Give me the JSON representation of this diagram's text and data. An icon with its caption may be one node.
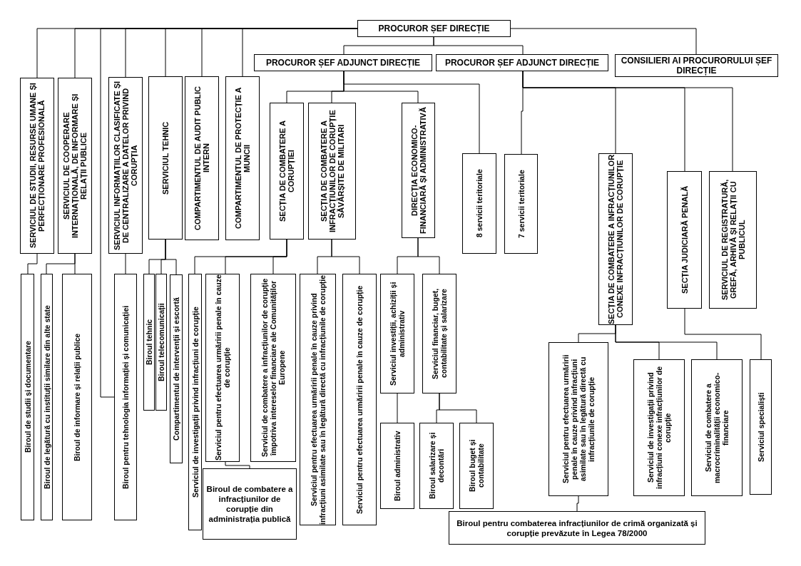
{
  "diagram": {
    "nodes": [
      {
        "text": [
          "PROCUROR ȘEF DIRECȚIE"
        ]
      },
      {
        "text": [
          "PROCUROR ȘEF ADJUNCT DIRECȚIE"
        ]
      },
      {
        "text": [
          "PROCUROR ȘEF ADJUNCT DIRECȚIE"
        ]
      },
      {
        "text": [
          "CONSILIERI AI PROCURORULUI ȘEF DIRECȚIE"
        ]
      },
      {
        "text": [
          "SERVICIUL DE STUDII, RESURSE UMANE ȘI PERFECȚIONARE PROFESIONALĂ"
        ]
      },
      {
        "text": [
          "SERVICIUL DE COOPERARE INTERNAȚIONALĂ, DE INFORMARE ȘI RELAȚII PUBLICE"
        ]
      },
      {
        "text": [
          "SERVICIUL INFORMAȚIILOR CLASIFICATE ȘI DE CENTRALIZARE A DATELOR PRIVIND CORUPȚIA"
        ]
      },
      {
        "text": [
          "SERVICIUL TEHNIC"
        ]
      },
      {
        "text": [
          "COMPARTIMENTUL DE AUDIT PUBLIC INTERN"
        ]
      },
      {
        "text": [
          "COMPARTIMENTUL DE PROTECȚIE A MUNCII"
        ]
      },
      {
        "text": [
          "SECȚIA DE COMBATERE A CORUPȚIEI"
        ]
      },
      {
        "text": [
          "SECȚIA DE COMBATERE A INFRACȚIUNILOR DE CORUPȚIE SĂVÂRȘITE DE MILITARI"
        ]
      },
      {
        "text": [
          "DIRECȚIA ECONOMICO-FINANCIARĂ ȘI ADMINISTRATIVĂ"
        ]
      },
      {
        "text": [
          "8 servicii teritoriale"
        ]
      },
      {
        "text": [
          "7 servicii teritoriale"
        ]
      },
      {
        "text": [
          "SECȚIA DE COMBATERE A INFRACȚIUNILOR CONEXE INFRACȚIUNILOR DE CORUPȚIE"
        ]
      },
      {
        "text": [
          "SECȚIA JUDICIARĂ PENALĂ"
        ]
      },
      {
        "text": [
          "SERVICIUL DE REGISTRATURĂ, GREFĂ, ARHIVĂ ȘI RELAȚII CU PUBLICUL"
        ]
      },
      {
        "text": [
          "Biroul de studii și documentare"
        ]
      },
      {
        "text": [
          "Biroul de legătură cu instituții similare din alte state"
        ]
      },
      {
        "text": [
          "Biroul de informare și relații publice"
        ]
      },
      {
        "text": [
          "Biroul pentru tehnologia informației și comunicației"
        ]
      },
      {
        "text": [
          "Biroul tehnic"
        ]
      },
      {
        "text": [
          "Biroul telecomunicații"
        ]
      },
      {
        "text": [
          "Compartimentul de intervenții și escortă"
        ]
      },
      {
        "text": [
          "Serviciul de investigații privind infracțiuni de corupție"
        ]
      },
      {
        "text": [
          "Serviciul pentru efectuarea urmăririi penale în cauze de corupție"
        ]
      },
      {
        "text": [
          "Serviciul de combatere a infracțiunilor de corupție împotriva intereselor financiare ale Comunităților Europene"
        ]
      },
      {
        "text": [
          "Biroul de combatere a infracțiunilor de corupție din administrația publică"
        ]
      },
      {
        "text": [
          "Serviciul pentru efectuarea urmăririi penale în cauze privind infracțiuni asimilate sau în legătură directă cu infracțiunile de corupție"
        ]
      },
      {
        "text": [
          "Serviciul pentru efectuarea urmăririi penale în cauze de corupție"
        ]
      },
      {
        "text": [
          "Serviciul investiții, achiziții și administrativ"
        ]
      },
      {
        "text": [
          "Serviciul financiar, buget, contabilitate și salarizare"
        ]
      },
      {
        "text": [
          "Biroul administrativ"
        ]
      },
      {
        "text": [
          "Biroul salarizare și decontări"
        ]
      },
      {
        "text": [
          "Biroul buget și contabilitate"
        ]
      },
      {
        "text": [
          "Biroul pentru combaterea infracțiunilor de crimă organizată și corupție prevăzute în Legea 78/2000"
        ]
      },
      {
        "text": [
          "Serviciul pentru efectuarea urmăririi penale în cauze privind infracțiuni asimilate sau în legătură directă cu infracțiunile de corupție"
        ]
      },
      {
        "text": [
          "Serviciul de investigații privind infracțiuni conexe infracțiunilor de corupție"
        ]
      },
      {
        "text": [
          "Serviciul de combatere a macrocriminalității economico-financiare"
        ]
      },
      {
        "text": [
          "Serviciul specialiști"
        ]
      }
    ],
    "edges": [
      {
        "from": 0,
        "to": 4,
        "arrow": "none"
      },
      {
        "from": 0,
        "to": 5,
        "arrow": "none"
      },
      {
        "from": 0,
        "to": 6,
        "arrow": "none"
      },
      {
        "from": 0,
        "to": 21,
        "arrow": "none"
      },
      {
        "from": 0,
        "to": 7,
        "arrow": "none"
      },
      {
        "from": 0,
        "to": 8,
        "arrow": "none"
      },
      {
        "from": 0,
        "to": 9,
        "arrow": "none"
      },
      {
        "from": 0,
        "to": 1,
        "arrow": "none"
      },
      {
        "from": 0,
        "to": 2,
        "arrow": "none"
      },
      {
        "from": 0,
        "to": 3,
        "arrow": "none"
      },
      {
        "from": 1,
        "to": 10,
        "arrow": "none"
      },
      {
        "from": 1,
        "to": 11,
        "arrow": "none"
      },
      {
        "from": 1,
        "to": 12,
        "arrow": "none"
      },
      {
        "from": 1,
        "to": 13,
        "arrow": "none"
      },
      {
        "from": 2,
        "to": 14,
        "arrow": "none"
      },
      {
        "from": 2,
        "to": 15,
        "arrow": "none"
      },
      {
        "from": 2,
        "to": 16,
        "arrow": "none"
      },
      {
        "from": 2,
        "to": 17,
        "arrow": "none"
      },
      {
        "from": 4,
        "to": 18,
        "arrow": "none"
      },
      {
        "from": 5,
        "to": 19,
        "arrow": "none"
      },
      {
        "from": 5,
        "to": 20,
        "arrow": "none"
      },
      {
        "from": 6,
        "to": 21,
        "arrow": "none"
      },
      {
        "from": 7,
        "to": 22,
        "arrow": "none"
      },
      {
        "from": 7,
        "to": 23,
        "arrow": "none"
      },
      {
        "from": 7,
        "to": 24,
        "arrow": "none"
      },
      {
        "from": 10,
        "to": 25,
        "arrow": "none"
      },
      {
        "from": 10,
        "to": 26,
        "arrow": "none"
      },
      {
        "from": 10,
        "to": 27,
        "arrow": "none"
      },
      {
        "from": 11,
        "to": 29,
        "arrow": "none"
      },
      {
        "from": 11,
        "to": 30,
        "arrow": "none"
      },
      {
        "from": 12,
        "to": 31,
        "arrow": "none"
      },
      {
        "from": 12,
        "to": 32,
        "arrow": "none"
      },
      {
        "from": 26,
        "to": 28,
        "arrow": "none"
      },
      {
        "from": 31,
        "to": 33,
        "arrow": "none"
      },
      {
        "from": 32,
        "to": 34,
        "arrow": "none"
      },
      {
        "from": 32,
        "to": 35,
        "arrow": "none"
      },
      {
        "from": 15,
        "to": 37,
        "arrow": "none"
      },
      {
        "from": 15,
        "to": 38,
        "arrow": "none"
      },
      {
        "from": 15,
        "to": 39,
        "arrow": "none"
      },
      {
        "from": 16,
        "to": 40,
        "arrow": "none"
      },
      {
        "from": 37,
        "to": 36,
        "arrow": "none"
      }
    ]
  }
}
